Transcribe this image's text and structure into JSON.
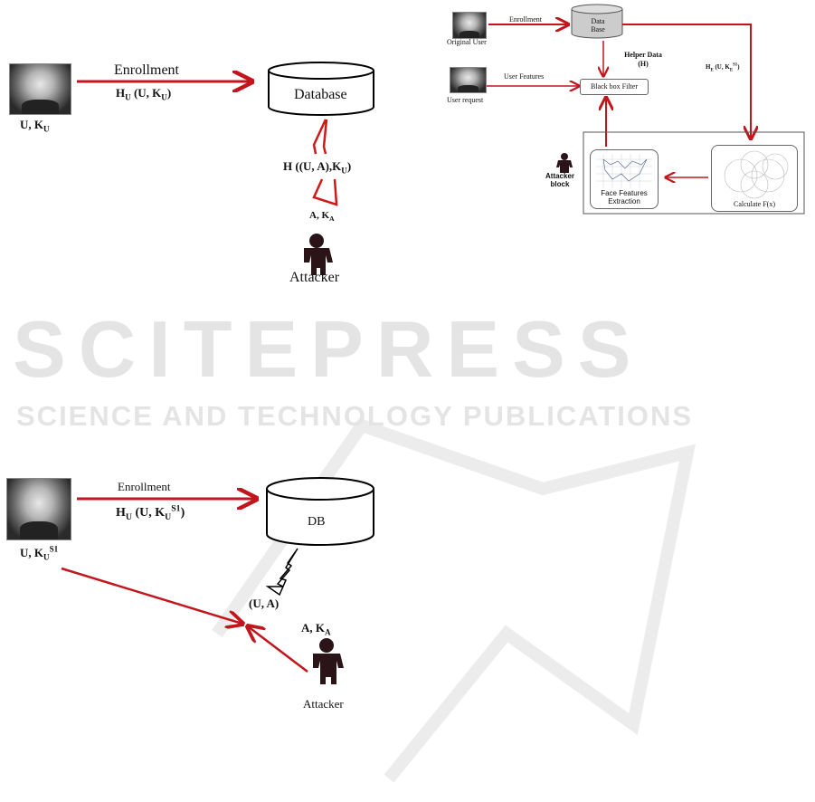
{
  "watermark": {
    "main": "SCITEPRESS",
    "sub": "SCIENCE AND TECHNOLOGY PUBLICATIONS"
  },
  "colors": {
    "arrow": "#c0161c",
    "watermark": "#e4e4e4"
  },
  "fig1": {
    "enrollment": "Enrollment",
    "hash_main": "H",
    "hash_sub": "U",
    "hash_rest": " (U, K",
    "hash_sub2": "U",
    "hash_end": ")",
    "user_main": "U, K",
    "user_sub": "U",
    "db": "Database",
    "attack_main": "H ((U, A),K",
    "attack_sub": "U",
    "attack_end": ")",
    "attacker_key_main": "A, K",
    "attacker_key_sub": "A",
    "attacker": "Attacker"
  },
  "fig2": {
    "original_user": "Original User",
    "enrollment": "Enrollment",
    "db_line1": "Data",
    "db_line2": "Base",
    "helper_line1": "Helper Data",
    "helper_line2": "(H)",
    "he_main": "H",
    "he_sub": "E",
    "he_rest": " (U, K",
    "he_sub2": "E",
    "he_sup": "S1",
    "he_end": ")",
    "user_request": "User request",
    "user_features": "User Features",
    "filter": "Black box Filter",
    "attacker_line1": "Attacker",
    "attacker_line2": "block",
    "face_line1": "Face Features",
    "face_line2": "Extraction",
    "calculate": "Calculate F(x)"
  },
  "fig3": {
    "enrollment": "Enrollment",
    "hash_main": "H",
    "hash_sub": "U",
    "hash_rest": " (U, K",
    "hash_sub2": "U",
    "hash_sup": "S1",
    "hash_end": ")",
    "user_main": "U, K",
    "user_sub": "U",
    "user_sup": "S1",
    "db": "DB",
    "pair": "(U, A)",
    "attacker_key_main": "A, K",
    "attacker_key_sub": "A",
    "attacker": "Attacker"
  }
}
